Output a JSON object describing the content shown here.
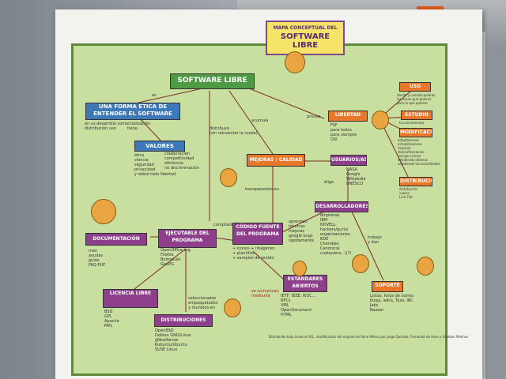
{
  "poster": {
    "title_line1": "MAPA CONCEPTUAL DEL",
    "title_line2": "SOFTWARE LIBRE",
    "nodes": {
      "software_libre": "SOFTWARE LIBRE",
      "forma_etica": "UNA FORMA ÉTICA DE ENTENDER EL SOFTWARE",
      "valores": "VALORES",
      "mejoras": "MEJORAS / CALIDAD",
      "libertad": "LIBERTAD",
      "usuarios": "USUARIOS/AS",
      "desarrolladores": "DESARROLLADORES/AS",
      "documentacion": "DOCUMENTACIÓN",
      "ejecutable": "EJECUTABLE DEL PROGRAMA",
      "codigo_fuente": "CÓDIGO FUENTE DEL PROGRAMA",
      "licencia": "LICENCIA LIBRE",
      "distribuciones": "DISTRIBUCIONES",
      "estandares": "ESTÁNDARES ABIERTOS",
      "soporte": "SOPORTE",
      "uso": "USO",
      "estudio": "ESTUDIO",
      "modificacion": "MODIFICACIÓN",
      "distribucion": "DISTRIBUCIÓN"
    },
    "texts": {
      "es": "es",
      "desarrollo": "en su desarrollo comercialización\ndistribución uso         tiene",
      "valores_list": "ética\nciencia\nseguridad\nprivacidad\ny sobre todo libertad",
      "valores_list2": "colaboración\ncompetitividad\neficiencia\nno discriminación\n",
      "distribuye": "distribuye\n(sin reinventar la rueda)",
      "acumula": "acumula",
      "provee": "provee",
      "libertad_sub": "FSF\npara todos\npara siempre\nOSI",
      "nasa": "NASA\nGoogle\nWikipedia\nUNESCO",
      "elige": "elige",
      "transparentes": "transparentes en",
      "compilado": "compilado",
      "empresas": "empresas\nIBM\nNOVELL\nhackers/gurús\norganizaciones\nKDE\nCherokee\nCanonical\ncualquiera...\\(?)",
      "aprenden": "aprenden\ntécnicas\nmejoras\ngoogle bugs\nrápidamente",
      "iconos": "+ iconos + imágenes\n+ plantillas\n+ samples de sonido",
      "doc_list": "man\nayudas\nguías\nFAQ-PUF",
      "exe_list": "OpenOffice.org\nFirefox\nBulmaGés\nGnuPG",
      "lic_list": "BSD\nGPL\nApache\nMPL",
      "selec": "seleccionados\nempaquetados\ny reunidos en",
      "dist_list": "OpenBSD\nDebian GNU/Linux\ngNewSense\nKubuntu/Ubuntu\nSUSE Linux",
      "comunica": "se comunican\nmediante",
      "est_list": "IETF, IEEE, W3C...\nRFCs\nXML\nOpenDocument\nHTML",
      "soporte_list": "Listas, foros de correo\nblogs, wikis, Tuxs, IRC\nJabs\nBazaar",
      "uso_sub": "donde y cuando quieras\nlas veces que quieras\npara lo que quieras",
      "estudio_sub": "funcionamiento",
      "mod_sub": "adaptaciones\nactualizaciones\nmejoras\ndiversificaciones\ncorrige errores\nañadiendo idiomas\nañadiendo funcionalidades",
      "dist_sub": "distribución\ncopias\nLive Cds",
      "trabajo": "trabajo\ny dan",
      "footer": "Distribuido bajo licencia GPL, modificación del original de René Mérou por Jorge Quirado, Fernando de Haro y Esteban Molinos"
    }
  }
}
